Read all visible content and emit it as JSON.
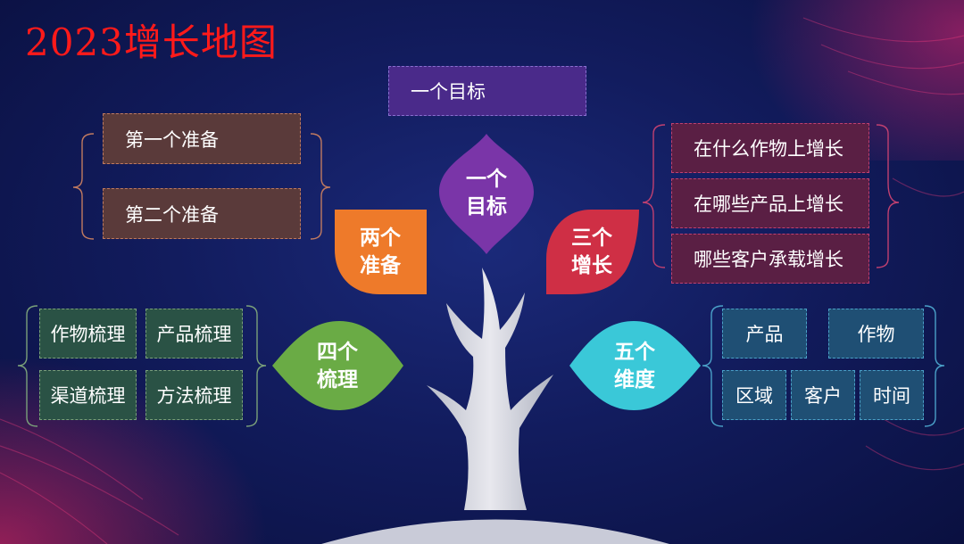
{
  "title": "2023增长地图",
  "colors": {
    "goal": "#7a35a8",
    "prep": "#ee7a2a",
    "grow": "#cf2f45",
    "sort": "#6aab45",
    "dim": "#3ac8d8",
    "title": "#ff1a1a"
  },
  "goal": {
    "box": "一个目标",
    "leaf": [
      "一个",
      "目标"
    ]
  },
  "prep": {
    "items": [
      "第一个准备",
      "第二个准备"
    ],
    "leaf": [
      "两个",
      "准备"
    ]
  },
  "grow": {
    "items": [
      "在什么作物上增长",
      "在哪些产品上增长",
      "哪些客户承载增长"
    ],
    "leaf": [
      "三个",
      "增长"
    ]
  },
  "sort": {
    "items": [
      "作物梳理",
      "产品梳理",
      "渠道梳理",
      "方法梳理"
    ],
    "leaf": [
      "四个",
      "梳理"
    ]
  },
  "dim": {
    "items": [
      "产品",
      "作物",
      "区域",
      "客户",
      "时间"
    ],
    "leaf": [
      "五个",
      "维度"
    ]
  }
}
